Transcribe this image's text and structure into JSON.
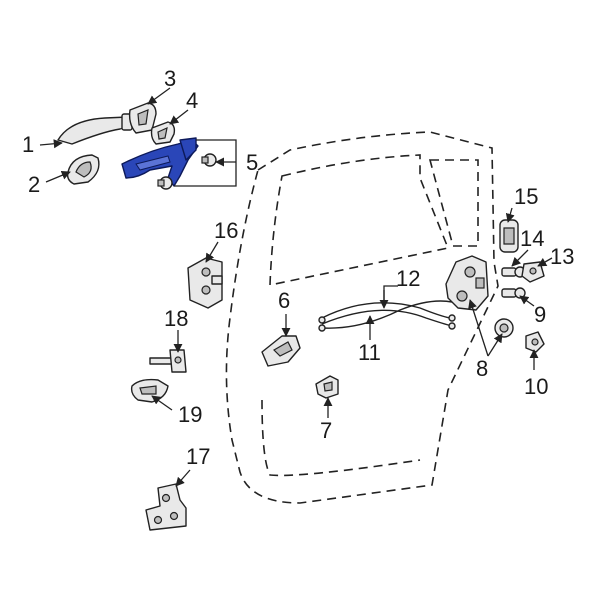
{
  "labels": {
    "l1": "1",
    "l2": "2",
    "l3": "3",
    "l4": "4",
    "l5": "5",
    "l6": "6",
    "l7": "7",
    "l8": "8",
    "l9": "9",
    "l10": "10",
    "l11": "11",
    "l12": "12",
    "l13": "13",
    "l14": "14",
    "l15": "15",
    "l16": "16",
    "l17": "17",
    "l18": "18",
    "l19": "19"
  },
  "colors": {
    "highlight": "#2a46b8",
    "line": "#222222",
    "part_fill": "#e9e9e9"
  }
}
